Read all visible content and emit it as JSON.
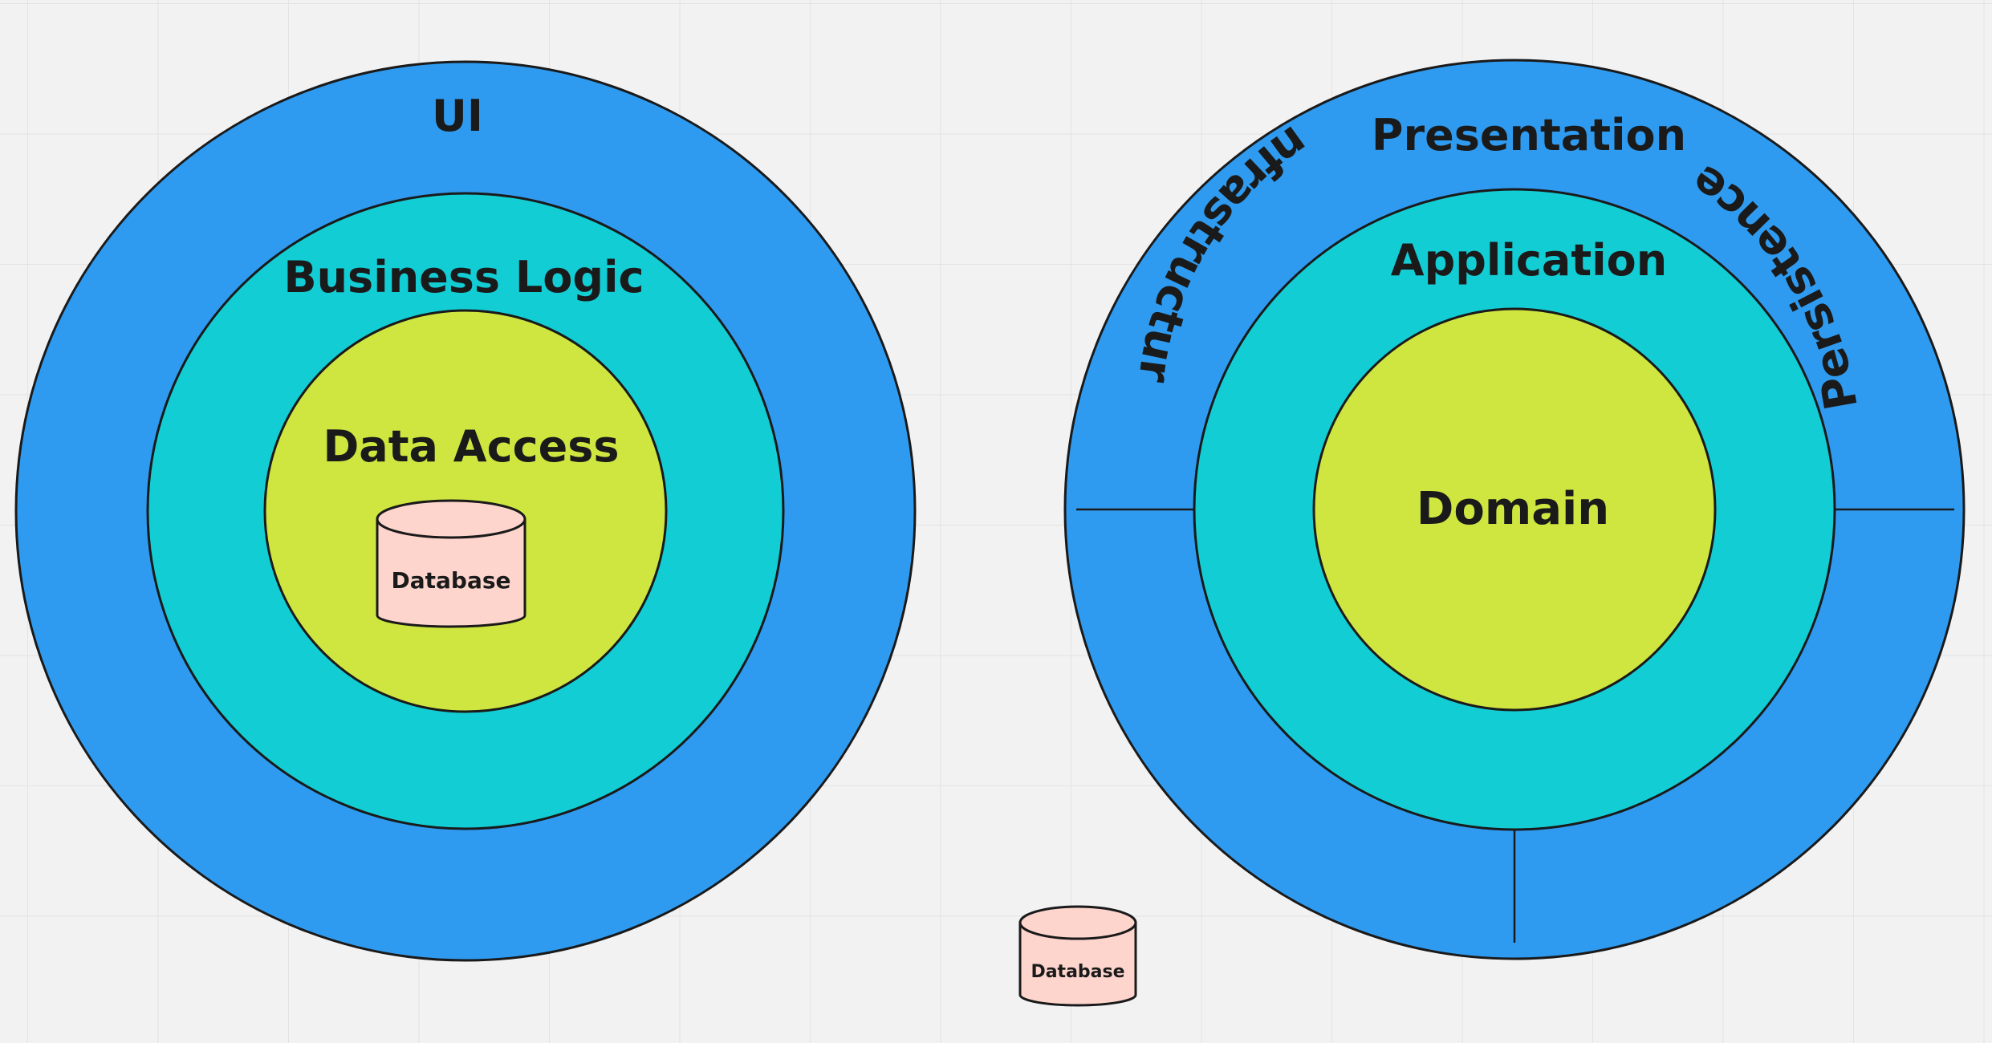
{
  "colors": {
    "outer_ring": "#2f9bf0",
    "middle_ring": "#13cdd4",
    "inner_circle": "#cfe640",
    "database_fill": "#fdd5cd",
    "outline": "#1a1a1a",
    "canvas": "#f2f2f2"
  },
  "layered_diagram": {
    "outer_label": "UI",
    "middle_label": "Business Logic",
    "inner_label": "Data Access",
    "database_label": "Database"
  },
  "onion_diagram": {
    "outer_label": "Presentation",
    "middle_label": "Application",
    "inner_label": "Domain",
    "left_segment_label": "Persistence",
    "right_segment_label": "Infrastructure"
  },
  "standalone_database": {
    "label": "Database"
  }
}
